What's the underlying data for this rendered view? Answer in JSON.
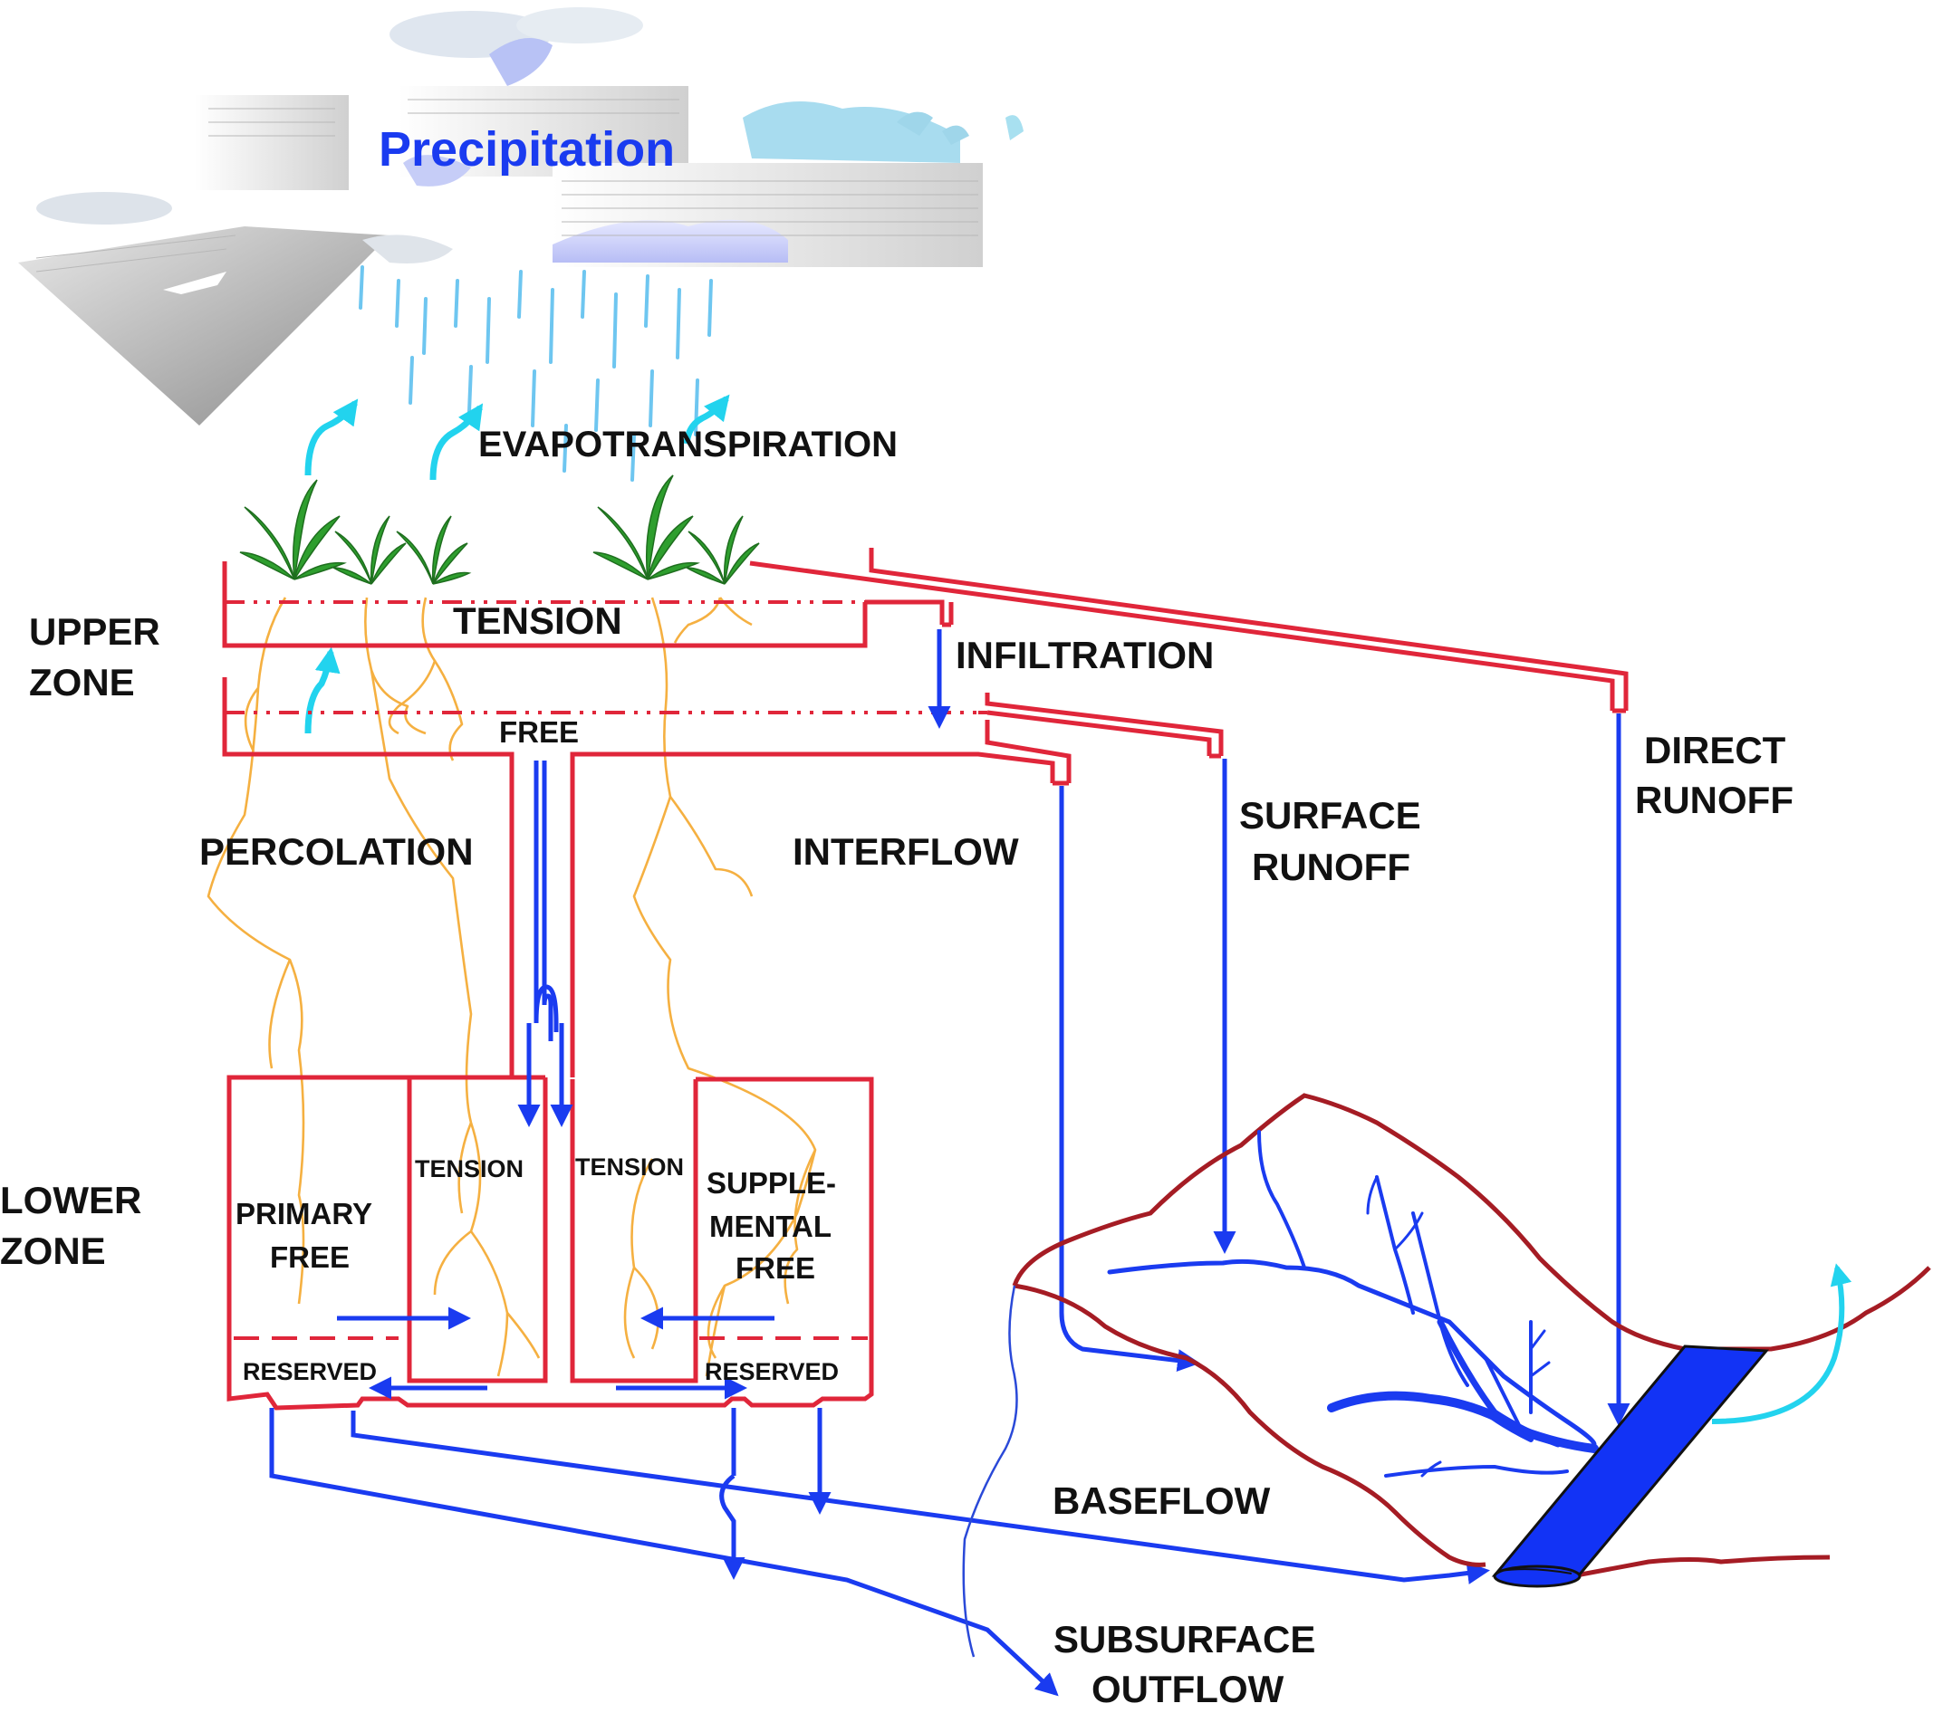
{
  "title": "Precipitation",
  "colors": {
    "title": "#1a3bf0",
    "flow": "#1a3bf0",
    "tank": "#e0263a",
    "root": "#f5b041",
    "ground": "#a51c24",
    "evap_arrow": "#22d3ee",
    "plant": "#2e9e2e",
    "channel": "#1233f5"
  },
  "labels": {
    "evapotranspiration": "EVAPOTRANSPIRATION",
    "upper_zone": [
      "UPPER",
      "ZONE"
    ],
    "lower_zone": [
      "LOWER",
      "ZONE"
    ],
    "upper_tension": "TENSION",
    "upper_free": "FREE",
    "infiltration": "INFILTRATION",
    "percolation": "PERCOLATION",
    "interflow": "INTERFLOW",
    "surface_runoff": [
      "SURFACE",
      "RUNOFF"
    ],
    "direct_runoff": [
      "DIRECT",
      "RUNOFF"
    ],
    "lower_tension_left": "TENSION",
    "lower_tension_right": "TENSION",
    "primary_free": [
      "PRIMARY",
      "FREE"
    ],
    "supplemental_free": [
      "SUPPLE-",
      "MENTAL",
      "FREE"
    ],
    "reserved_left": "RESERVED",
    "reserved_right": "RESERVED",
    "baseflow": "BASEFLOW",
    "subsurface_outflow": [
      "SUBSURFACE",
      "OUTFLOW"
    ]
  },
  "icons": [
    "cloud-icon",
    "rain-icon",
    "plant-icon",
    "evaporation-arrow-icon",
    "stream-channel-icon"
  ]
}
